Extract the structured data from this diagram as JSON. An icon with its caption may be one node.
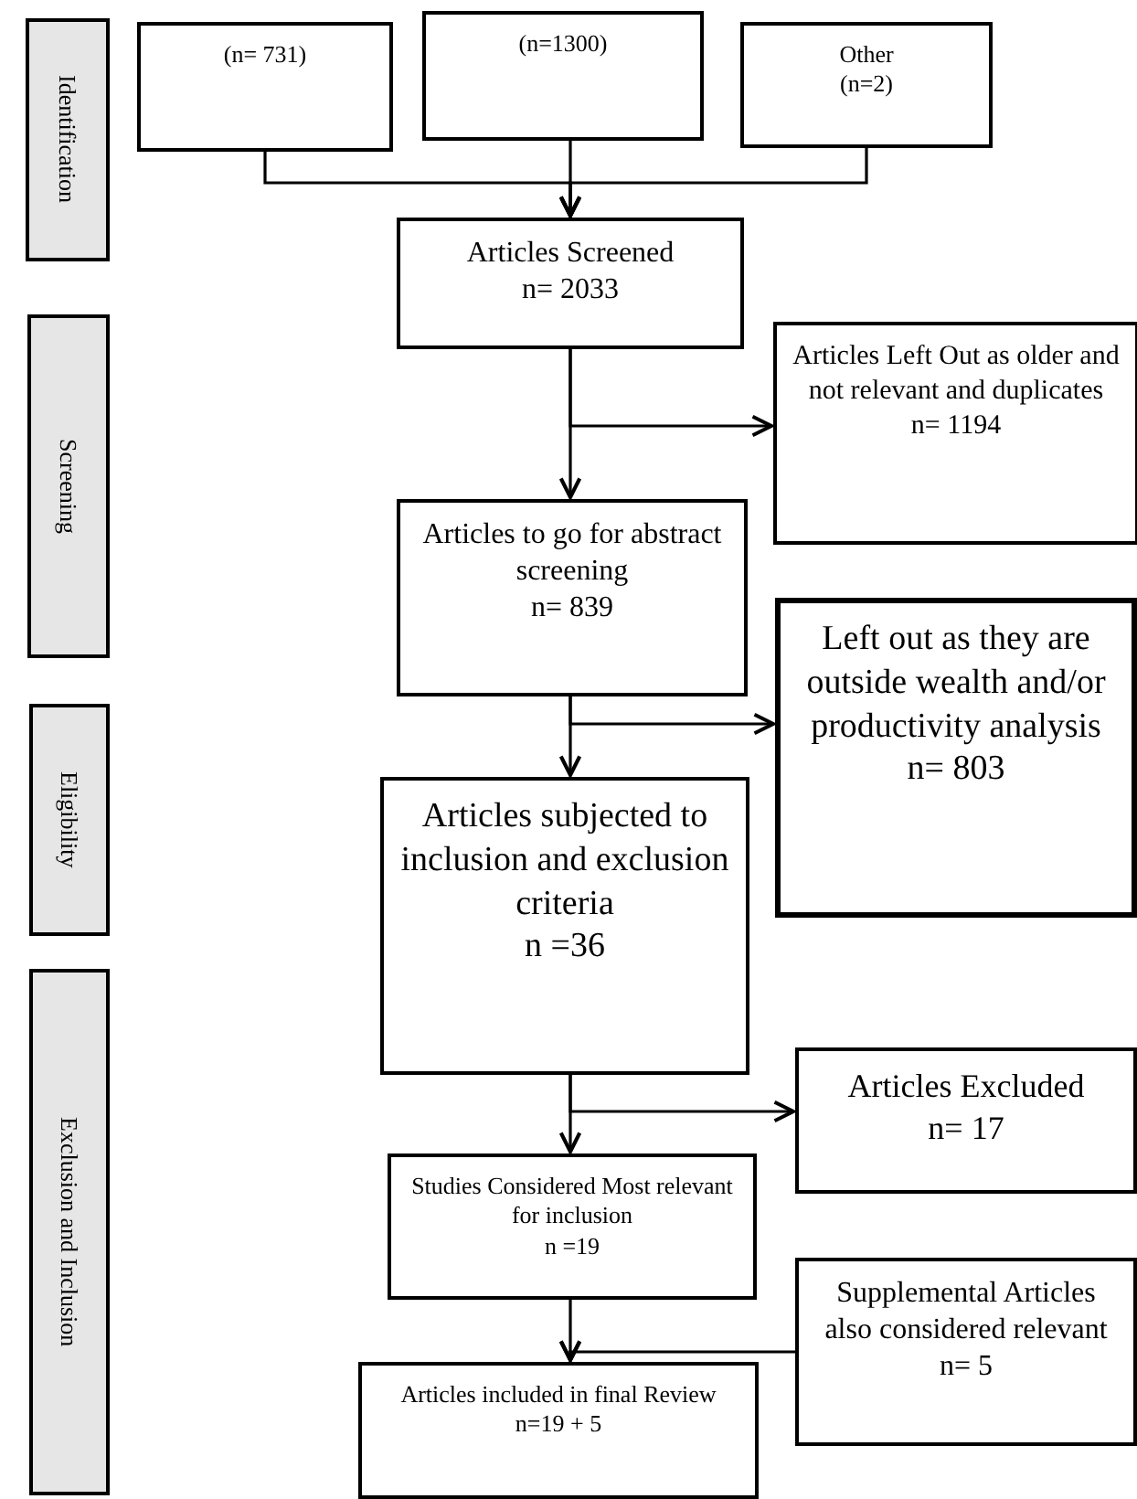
{
  "diagram": {
    "nodes": [
      {
        "text": [
          "Identification"
        ]
      },
      {
        "text": [
          "Screening"
        ]
      },
      {
        "text": [
          "Eligibility"
        ]
      },
      {
        "text": [
          "Exclusion and Inclusion"
        ]
      },
      {
        "text": [
          "(n= 731)"
        ]
      },
      {
        "text": [
          "(n=1300)"
        ]
      },
      {
        "text": [
          "Other",
          "(n=2)"
        ]
      },
      {
        "text": [
          "Articles Screened",
          "n= 2033"
        ]
      },
      {
        "text": [
          "Articles Left Out as older and not relevant and duplicates",
          "n= 1194"
        ]
      },
      {
        "text": [
          "Articles to go for abstract screening",
          "n= 839"
        ]
      },
      {
        "text": [
          "Left out as they are outside wealth and/or productivity analysis",
          "n= 803"
        ]
      },
      {
        "text": [
          "Articles subjected to inclusion and exclusion criteria",
          "n =36"
        ]
      },
      {
        "text": [
          "Articles Excluded",
          "n= 17"
        ]
      },
      {
        "text": [
          "Studies Considered Most relevant for inclusion",
          "n =19"
        ]
      },
      {
        "text": [
          "Supplemental Articles also considered relevant",
          "n= 5"
        ]
      },
      {
        "text": [
          "Articles included in final Review",
          "n=19 + 5"
        ]
      }
    ],
    "edges": [
      {
        "from": 4,
        "to": 7,
        "arrow": "to"
      },
      {
        "from": 5,
        "to": 7,
        "arrow": "to"
      },
      {
        "from": 6,
        "to": 7,
        "arrow": "to"
      },
      {
        "from": 7,
        "to": 9,
        "arrow": "to"
      },
      {
        "from": 7,
        "to": 8,
        "arrow": "to"
      },
      {
        "from": 9,
        "to": 11,
        "arrow": "to"
      },
      {
        "from": 9,
        "to": 10,
        "arrow": "to"
      },
      {
        "from": 11,
        "to": 13,
        "arrow": "to"
      },
      {
        "from": 11,
        "to": 12,
        "arrow": "to"
      },
      {
        "from": 13,
        "to": 15,
        "arrow": "to"
      },
      {
        "from": 14,
        "to": 15,
        "arrow": "to"
      }
    ]
  }
}
